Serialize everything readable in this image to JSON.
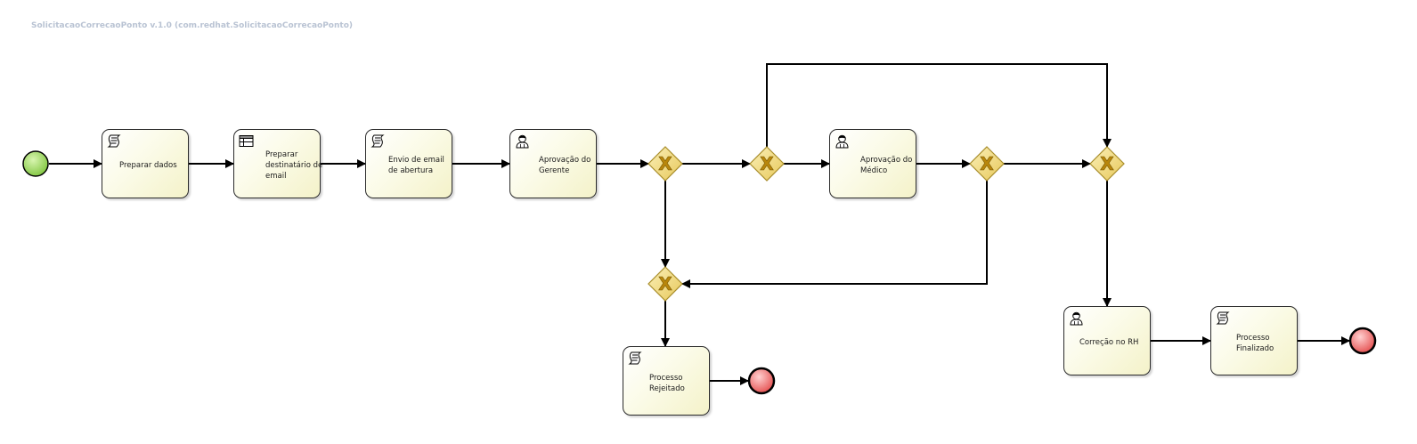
{
  "diagram": {
    "title": "SolicitacaoCorrecaoPonto v.1.0 (com.redhat.SolicitacaoCorrecaoPonto)",
    "colors": {
      "start_event": "#8fd14f",
      "end_event": "#ef6b6b",
      "task_fill": "#f8f7d6",
      "gateway_fill": "#f2dc7a",
      "gateway_marker": "#b8860b",
      "stroke": "#000000",
      "title_text": "#b9c3d3"
    },
    "tasks": [
      {
        "id": "preparar-dados",
        "type": "script",
        "icon": "script-icon",
        "label": "Preparar dados"
      },
      {
        "id": "preparar-destinatario",
        "type": "business-rule",
        "icon": "table-icon",
        "label": "Preparar\ndestinatário de\nemail"
      },
      {
        "id": "envio-email",
        "type": "script",
        "icon": "script-icon",
        "label": "Envio de email\nde abertura"
      },
      {
        "id": "aprovacao-gerente",
        "type": "user",
        "icon": "user-icon",
        "label": "Aprovação do\nGerente"
      },
      {
        "id": "aprovacao-medico",
        "type": "user",
        "icon": "user-icon",
        "label": "Aprovação do\nMédico"
      },
      {
        "id": "processo-rejeitado",
        "type": "script",
        "icon": "script-icon",
        "label": "Processo\nRejeitado"
      },
      {
        "id": "correcao-rh",
        "type": "user",
        "icon": "user-icon",
        "label": "Correção no RH"
      },
      {
        "id": "processo-finalizado",
        "type": "script",
        "icon": "script-icon",
        "label": "Processo\nFinalizado"
      }
    ],
    "gateways": [
      {
        "id": "gw-decisao-gerente",
        "type": "exclusive",
        "marker": "X"
      },
      {
        "id": "gw-necessita-medico",
        "type": "exclusive",
        "marker": "X"
      },
      {
        "id": "gw-decisao-medico",
        "type": "exclusive",
        "marker": "X"
      },
      {
        "id": "gw-merge-rejeicao",
        "type": "exclusive",
        "marker": "X"
      },
      {
        "id": "gw-merge-aprovacao",
        "type": "exclusive",
        "marker": "X"
      }
    ],
    "events": [
      {
        "id": "start",
        "type": "start"
      },
      {
        "id": "end-rejeitado",
        "type": "end"
      },
      {
        "id": "end-finalizado",
        "type": "end"
      }
    ],
    "flows": [
      {
        "from": "start",
        "to": "preparar-dados"
      },
      {
        "from": "preparar-dados",
        "to": "preparar-destinatario"
      },
      {
        "from": "preparar-destinatario",
        "to": "envio-email"
      },
      {
        "from": "envio-email",
        "to": "aprovacao-gerente"
      },
      {
        "from": "aprovacao-gerente",
        "to": "gw-decisao-gerente"
      },
      {
        "from": "gw-decisao-gerente",
        "to": "gw-necessita-medico"
      },
      {
        "from": "gw-decisao-gerente",
        "to": "gw-merge-rejeicao"
      },
      {
        "from": "gw-necessita-medico",
        "to": "aprovacao-medico"
      },
      {
        "from": "gw-necessita-medico",
        "to": "gw-merge-aprovacao"
      },
      {
        "from": "aprovacao-medico",
        "to": "gw-decisao-medico"
      },
      {
        "from": "gw-decisao-medico",
        "to": "gw-merge-aprovacao"
      },
      {
        "from": "gw-decisao-medico",
        "to": "gw-merge-rejeicao"
      },
      {
        "from": "gw-merge-rejeicao",
        "to": "processo-rejeitado"
      },
      {
        "from": "processo-rejeitado",
        "to": "end-rejeitado"
      },
      {
        "from": "gw-merge-aprovacao",
        "to": "correcao-rh"
      },
      {
        "from": "correcao-rh",
        "to": "processo-finalizado"
      },
      {
        "from": "processo-finalizado",
        "to": "end-finalizado"
      }
    ]
  }
}
